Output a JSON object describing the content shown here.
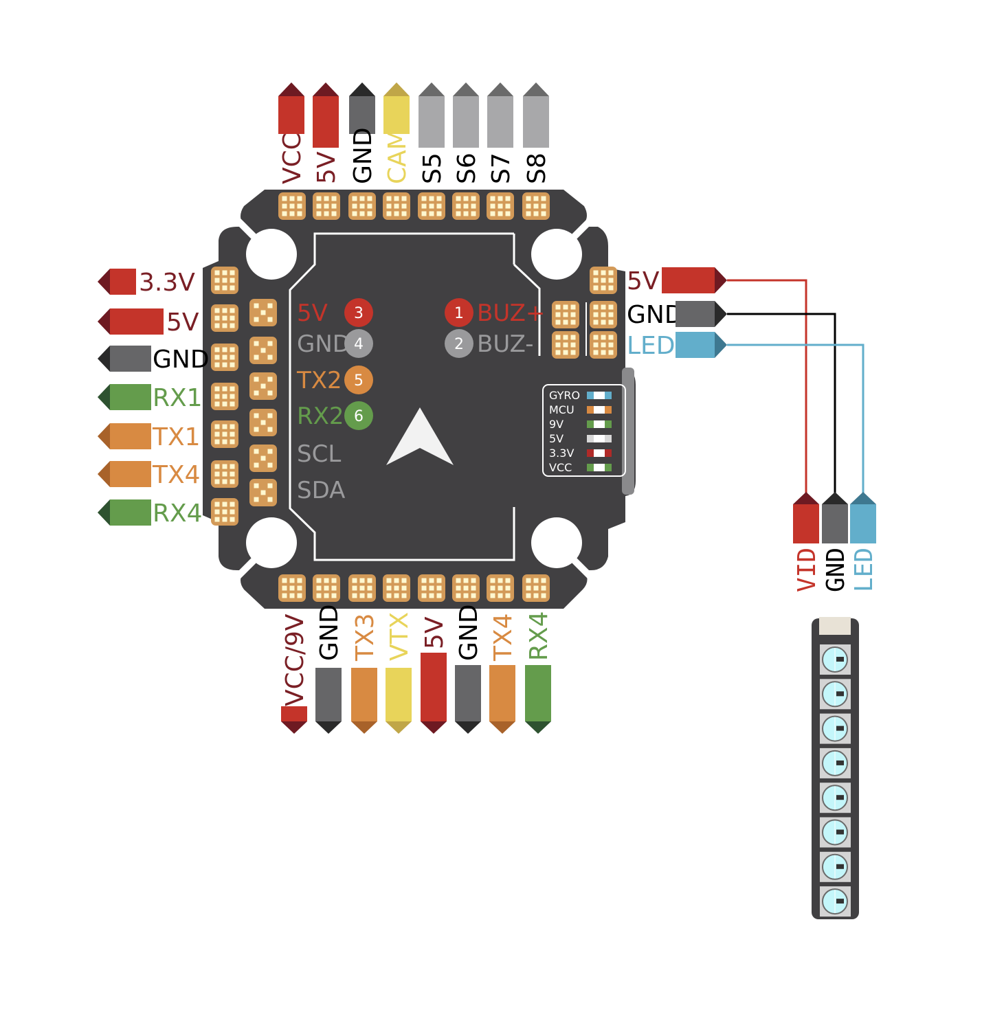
{
  "colors": {
    "board": "#414042",
    "pad": "#d39a58",
    "pad_dot": "#fff8d0",
    "red": "#c4342a",
    "red_dark": "#6e1a22",
    "dark_red_text": "#7a1f25",
    "gray": "#666668",
    "gray_dark": "#2a2a2a",
    "light_gray": "#a8a8aa",
    "light_gray_dark": "#6a6a6a",
    "yellow": "#e8d45a",
    "yellow_dark": "#c0a648",
    "orange": "#d88a42",
    "orange_dark": "#a8622a",
    "green": "#649c4c",
    "green_dark": "#2e5230",
    "blue": "#62aecb",
    "blue_dark": "#3e7890",
    "black": "#000000",
    "text_gray": "#9a9a9c"
  },
  "top_pins": [
    {
      "label": "VCC",
      "color": "red",
      "tip": "red_dark",
      "text": "dark_red_text",
      "len": "short"
    },
    {
      "label": "5V",
      "color": "red",
      "tip": "red_dark",
      "text": "dark_red_text",
      "len": "long"
    },
    {
      "label": "GND",
      "color": "gray",
      "tip": "gray_dark",
      "text": "black",
      "len": "short"
    },
    {
      "label": "CAM",
      "color": "yellow",
      "tip": "yellow_dark",
      "text": "yellow",
      "len": "short"
    },
    {
      "label": "S5",
      "color": "light_gray",
      "tip": "light_gray_dark",
      "text": "black",
      "len": "long"
    },
    {
      "label": "S6",
      "color": "light_gray",
      "tip": "light_gray_dark",
      "text": "black",
      "len": "long"
    },
    {
      "label": "S7",
      "color": "light_gray",
      "tip": "light_gray_dark",
      "text": "black",
      "len": "long"
    },
    {
      "label": "S8",
      "color": "light_gray",
      "tip": "light_gray_dark",
      "text": "black",
      "len": "long"
    }
  ],
  "bottom_pins": [
    {
      "label": "VCC/9V",
      "color": "red",
      "tip": "red_dark",
      "text": "dark_red_text"
    },
    {
      "label": "GND",
      "color": "gray",
      "tip": "gray_dark",
      "text": "black"
    },
    {
      "label": "TX3",
      "color": "orange",
      "tip": "orange_dark",
      "text": "orange"
    },
    {
      "label": "VTX",
      "color": "yellow",
      "tip": "yellow_dark",
      "text": "yellow"
    },
    {
      "label": "5V",
      "color": "red",
      "tip": "red_dark",
      "text": "dark_red_text"
    },
    {
      "label": "GND",
      "color": "gray",
      "tip": "gray_dark",
      "text": "black"
    },
    {
      "label": "TX4",
      "color": "orange",
      "tip": "orange_dark",
      "text": "orange"
    },
    {
      "label": "RX4",
      "color": "green",
      "tip": "green_dark",
      "text": "green"
    }
  ],
  "left_pins": [
    {
      "label": "3.3V",
      "color": "red",
      "tip": "red_dark",
      "text": "dark_red_text"
    },
    {
      "label": "5V",
      "color": "red",
      "tip": "red_dark",
      "text": "dark_red_text"
    },
    {
      "label": "GND",
      "color": "gray",
      "tip": "gray_dark",
      "text": "black"
    },
    {
      "label": "RX1",
      "color": "green",
      "tip": "green_dark",
      "text": "green"
    },
    {
      "label": "TX1",
      "color": "orange",
      "tip": "orange_dark",
      "text": "orange"
    },
    {
      "label": "TX4",
      "color": "orange",
      "tip": "orange_dark",
      "text": "orange"
    },
    {
      "label": "RX4",
      "color": "green",
      "tip": "green_dark",
      "text": "green"
    }
  ],
  "right_pins": [
    {
      "label": "5V",
      "color": "red",
      "tip": "red_dark",
      "text": "dark_red_text"
    },
    {
      "label": "GND",
      "color": "gray",
      "tip": "gray_dark",
      "text": "black"
    },
    {
      "label": "LED",
      "color": "blue",
      "tip": "blue_dark",
      "text": "blue"
    }
  ],
  "led_strip_pins": [
    {
      "label": "VID",
      "color": "red",
      "tip": "red_dark",
      "text": "red"
    },
    {
      "label": "GND",
      "color": "gray",
      "tip": "gray_dark",
      "text": "black"
    },
    {
      "label": "LED",
      "color": "blue",
      "tip": "blue_dark",
      "text": "blue"
    }
  ],
  "led_strip": {
    "led_count": 8
  },
  "board_labels_left": [
    {
      "label": "5V",
      "num": "3",
      "text": "red",
      "badge": "red"
    },
    {
      "label": "GND",
      "num": "4",
      "text": "text_gray",
      "badge": "text_gray"
    },
    {
      "label": "TX2",
      "num": "5",
      "text": "orange",
      "badge": "orange"
    },
    {
      "label": "RX2",
      "num": "6",
      "text": "green",
      "badge": "green"
    },
    {
      "label": "SCL",
      "num": null,
      "text": "text_gray",
      "badge": null
    },
    {
      "label": "SDA",
      "num": null,
      "text": "text_gray",
      "badge": null
    }
  ],
  "board_labels_right": [
    {
      "label": "BUZ+",
      "num": "1",
      "text": "red",
      "badge": "red"
    },
    {
      "label": "BUZ-",
      "num": "2",
      "text": "text_gray",
      "badge": "text_gray"
    }
  ],
  "status_leds": [
    {
      "label": "GYRO",
      "color": "blue"
    },
    {
      "label": "MCU",
      "color": "orange"
    },
    {
      "label": "9V",
      "color": "green"
    },
    {
      "label": "5V",
      "color": "#d8d8d8"
    },
    {
      "label": "3.3V",
      "color": "#b02a28"
    },
    {
      "label": "VCC",
      "color": "green"
    }
  ]
}
